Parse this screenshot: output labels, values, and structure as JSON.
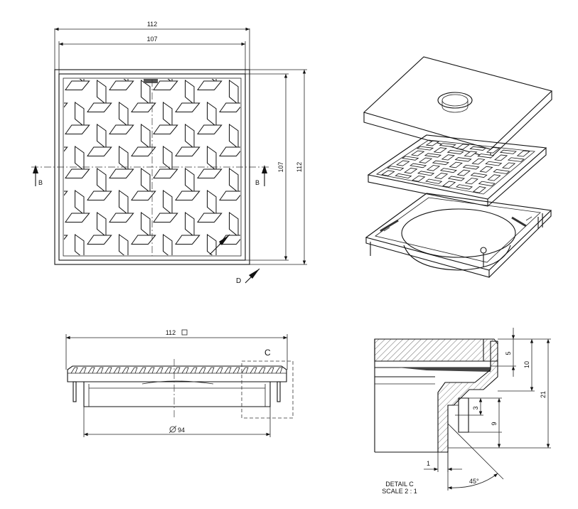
{
  "top_view": {
    "dim_outer_width": "112",
    "dim_inner_width": "107",
    "dim_inner_height": "107",
    "dim_outer_height": "112",
    "section_label": "B",
    "detail_marker": "D"
  },
  "front_view": {
    "dim_width": "112",
    "dim_diameter": "94",
    "detail_label": "C"
  },
  "detail_view": {
    "dim_5": "5",
    "dim_10": "10",
    "dim_21": "21",
    "dim_3": "3",
    "dim_9": "9",
    "dim_1": "1",
    "angle": "45°",
    "title": "DETAIL C",
    "scale": "SCALE 2 : 1"
  }
}
